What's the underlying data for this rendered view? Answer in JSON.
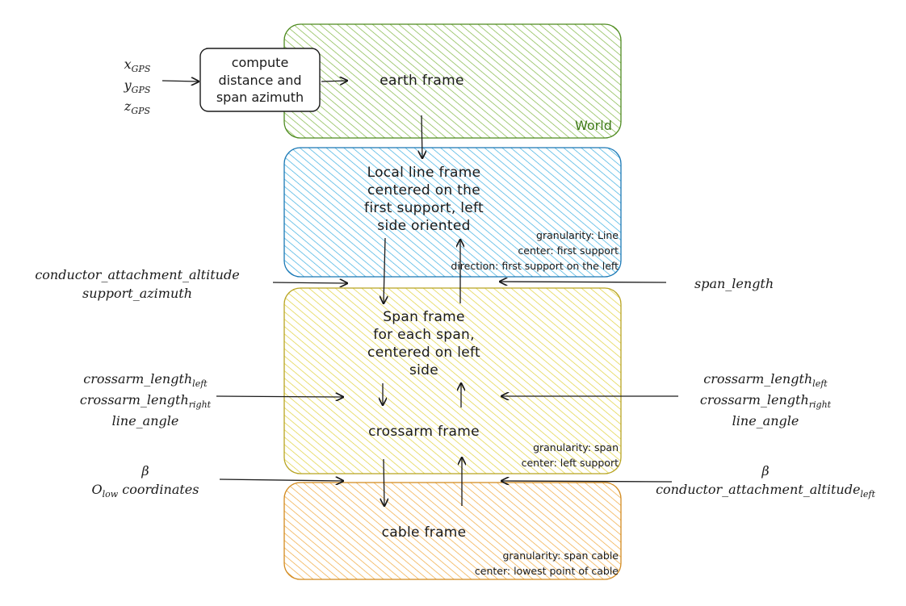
{
  "colors": {
    "earth": "#7fb542",
    "earth_stroke": "#4d8a1f",
    "line": "#3aaee0",
    "line_stroke": "#1a78b5",
    "span": "#e0d13a",
    "span_stroke": "#b8a422",
    "cable": "#f0a83c",
    "cable_stroke": "#d28a1f"
  },
  "compute_box": {
    "label_lines": [
      "compute",
      "distance and",
      "span azimuth"
    ]
  },
  "gps_inputs": [
    {
      "base": "x",
      "sub": "GPS"
    },
    {
      "base": "y",
      "sub": "GPS"
    },
    {
      "base": "z",
      "sub": "GPS"
    }
  ],
  "frames": {
    "earth": {
      "title": "earth frame",
      "tag": "World"
    },
    "line": {
      "title_lines": [
        "Local line frame",
        "centered on the",
        "first support, left",
        "side oriented"
      ],
      "notes": [
        "granularity: Line",
        "center: first support",
        "direction: first support on the left"
      ]
    },
    "span": {
      "title_lines": [
        "Span frame",
        "for each span,",
        "centered on left",
        "side"
      ]
    },
    "crossarm": {
      "title": "crossarm frame",
      "notes": [
        "granularity: span",
        "center: left support"
      ]
    },
    "cable": {
      "title": "cable frame",
      "notes": [
        "granularity: span cable",
        "center: lowest point of cable"
      ]
    }
  },
  "params": {
    "line_to_span_left": [
      "conductor_attachment_altitude",
      "support_azimuth"
    ],
    "line_to_span_right": [
      "span_length"
    ],
    "crossarm_left": [
      {
        "base": "crossarm_length",
        "sub": "left"
      },
      {
        "base": "crossarm_length",
        "sub": "right"
      },
      {
        "base": "line_angle",
        "sub": ""
      }
    ],
    "crossarm_right": [
      {
        "base": "crossarm_length",
        "sub": "left"
      },
      {
        "base": "crossarm_length",
        "sub": "right"
      },
      {
        "base": "line_angle",
        "sub": ""
      }
    ],
    "cable_left": [
      {
        "base": "β",
        "sub": ""
      },
      {
        "base": "O",
        "sub": "low",
        "suffix": " coordinates"
      }
    ],
    "cable_right": [
      {
        "base": "β",
        "sub": ""
      },
      {
        "base": "conductor_attachment_altitude",
        "sub": "left"
      }
    ]
  }
}
